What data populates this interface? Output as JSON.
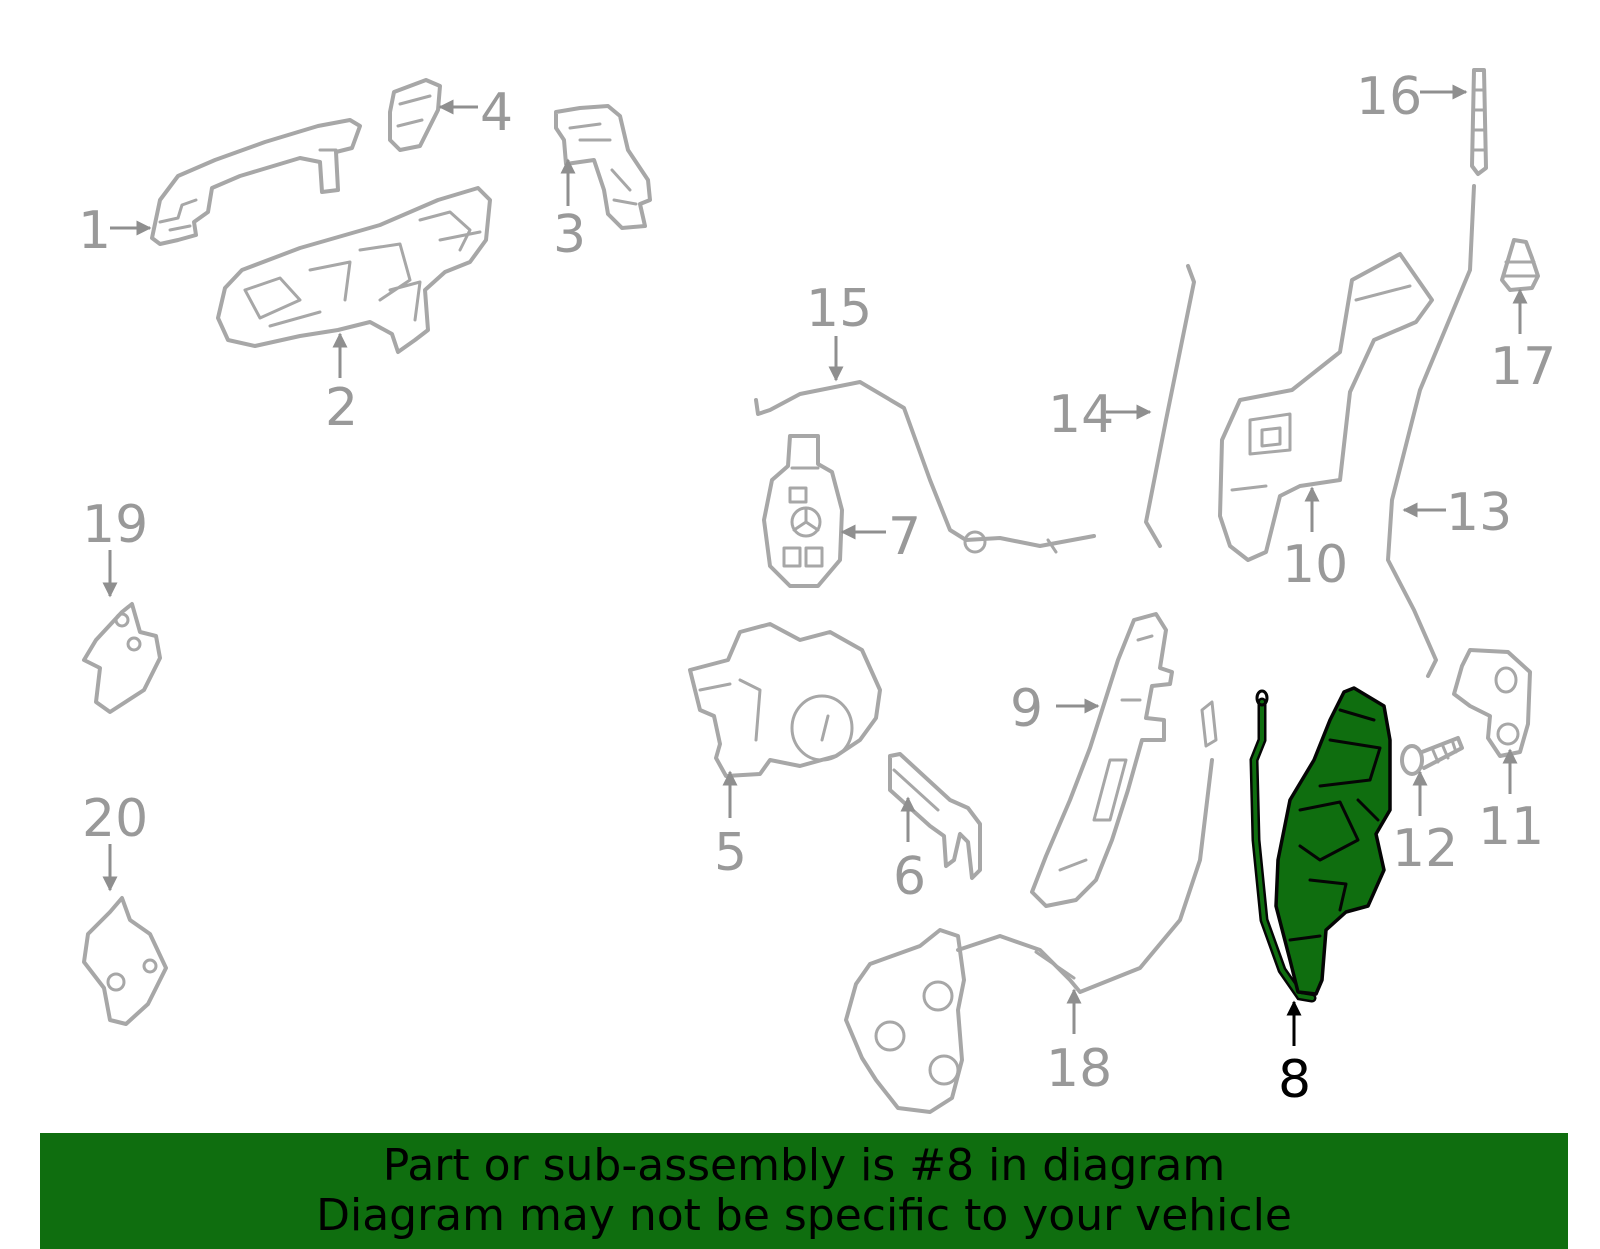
{
  "diagram": {
    "highlight_color": "#0f6e0f",
    "part_color": "#a7a7a7",
    "callout_color": "#999999",
    "highlighted_part": "8",
    "callouts": [
      "1",
      "2",
      "3",
      "4",
      "5",
      "6",
      "7",
      "8",
      "9",
      "10",
      "11",
      "12",
      "13",
      "14",
      "15",
      "16",
      "17",
      "18",
      "19",
      "20"
    ]
  },
  "banner": {
    "line1": "Part or sub-assembly is #8 in diagram",
    "line2": "Diagram may not be specific to your vehicle"
  }
}
